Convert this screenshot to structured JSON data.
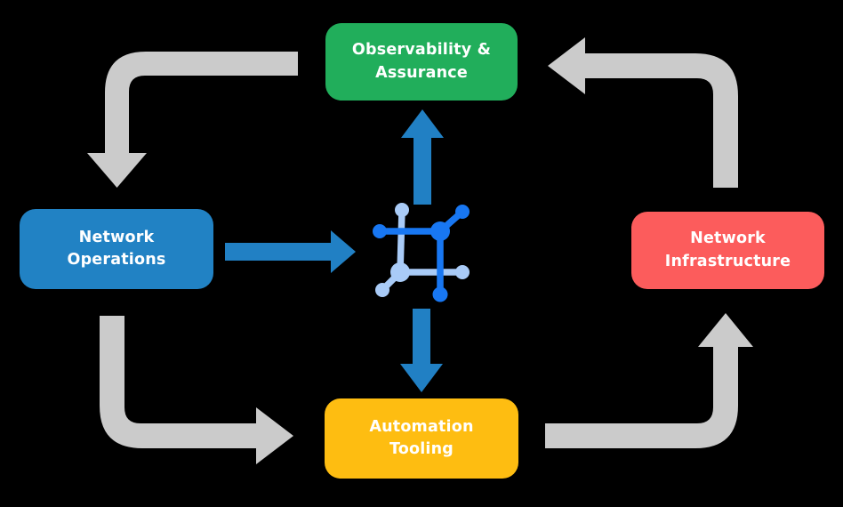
{
  "canvas": {
    "background": "#000000",
    "text_color": "#FFFFFF"
  },
  "nodes": {
    "observability": {
      "line1": "Observability &",
      "line2": "Assurance",
      "color": "#21AE5B"
    },
    "operations": {
      "line1": "Network",
      "line2": "Operations",
      "color": "#2182C4"
    },
    "infrastructure": {
      "line1": "Network",
      "line2": "Infrastructure",
      "color": "#FC5C5C"
    },
    "automation": {
      "line1": "Automation",
      "line2": "Tooling",
      "color": "#FEBD11"
    }
  },
  "arrows": {
    "cycle_color": "#CBCBCB",
    "flow_color": "#2180C4"
  },
  "center_icon": {
    "name": "network-platform-icon",
    "dark": "#1877F2",
    "light": "#A9CBF7"
  }
}
